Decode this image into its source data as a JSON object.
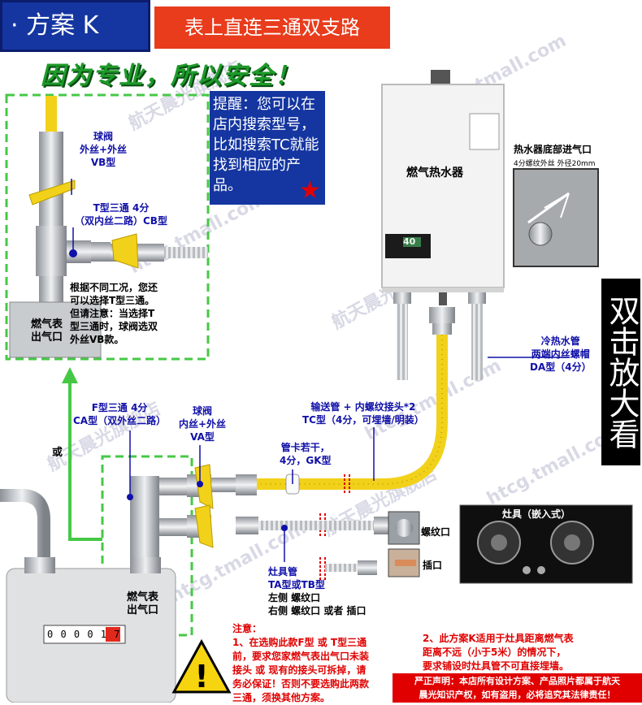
{
  "header": {
    "plan_label": "· 方案 K",
    "title": "表上直连三通双支路",
    "slogan": "因为专业，所以安全！"
  },
  "reminder": "提醒：您可以在店内搜索型号，比如搜索TC就能找到相应的产品。",
  "heater": {
    "label": "燃气热水器",
    "display": "40",
    "inlet_title": "热水器底部进气口",
    "inlet_spec": "4分螺纹外丝 外径20mm"
  },
  "side_text": "双击放大看",
  "top_block": {
    "valve_vb": [
      "球阀",
      "外丝+外丝",
      "VB型"
    ],
    "tee_cb": [
      "T型三通 4分",
      "（双内丝二路）CB型"
    ],
    "note": [
      "根据不同工况，您还",
      "可以选择T型三通。",
      "但请注意：当选择T",
      "型三通时，球阀选双",
      "外丝VB款。"
    ],
    "meter_outlet": [
      "燃气表",
      "出气口"
    ]
  },
  "or_label": "或",
  "bottom_block": {
    "tee_ca": [
      "F型三通 4分",
      "CA型（双外丝二路）"
    ],
    "valve_va": [
      "球阀",
      "内丝+外丝",
      "VA型"
    ],
    "clip": [
      "管卡若干，",
      "4分，GK型"
    ],
    "hose_tc": [
      "输送管 + 内螺纹接头*2",
      "TC型（4分，可埋墙/明装）"
    ],
    "water_pipe": [
      "冷热水管",
      "两端内丝螺帽",
      "DA型（4分）"
    ],
    "stove_pipe": [
      "灶具管",
      "TA型或TB型",
      "左侧 螺纹口",
      "右侧 螺纹口 或者 插口"
    ],
    "meter_outlet": [
      "燃气表",
      "出气口"
    ]
  },
  "stove": {
    "title": "灶具（嵌入式）",
    "thread_port": "螺纹口",
    "plug_port": "插口"
  },
  "notice": {
    "title": "注意：",
    "lines": [
      "1、在选购此款F型 或 T型三通",
      "前，要求您家燃气表出气口未装",
      "接头 或 现有的接头可拆掉，请",
      "务必保证！否则不要选购此两款",
      "三通，须换其他方案。"
    ]
  },
  "notice2": [
    "2、此方案K适用于灶具距离燃气表",
    "距离不远（小于5米）的情况下，",
    "要求铺设时灶具管不可直接埋墙。"
  ],
  "copyright": [
    "严正声明：本店所有设计方案、产品照片都属于航天",
    "晨光知识产权，如有盗用，必将追究其法律责任！"
  ],
  "watermarks": [
    "航天晨光旗舰店",
    "htcg.tmall.com"
  ],
  "meter_reading": "0 0 0 0 1 7",
  "colors": {
    "header_blue": "#1536a0",
    "header_red": "#e83c1c",
    "label_blue": "#1010a8",
    "gas_pipe_yellow": "#f2d11a",
    "dash_green": "#46c846",
    "warning_red": "#e00000"
  }
}
